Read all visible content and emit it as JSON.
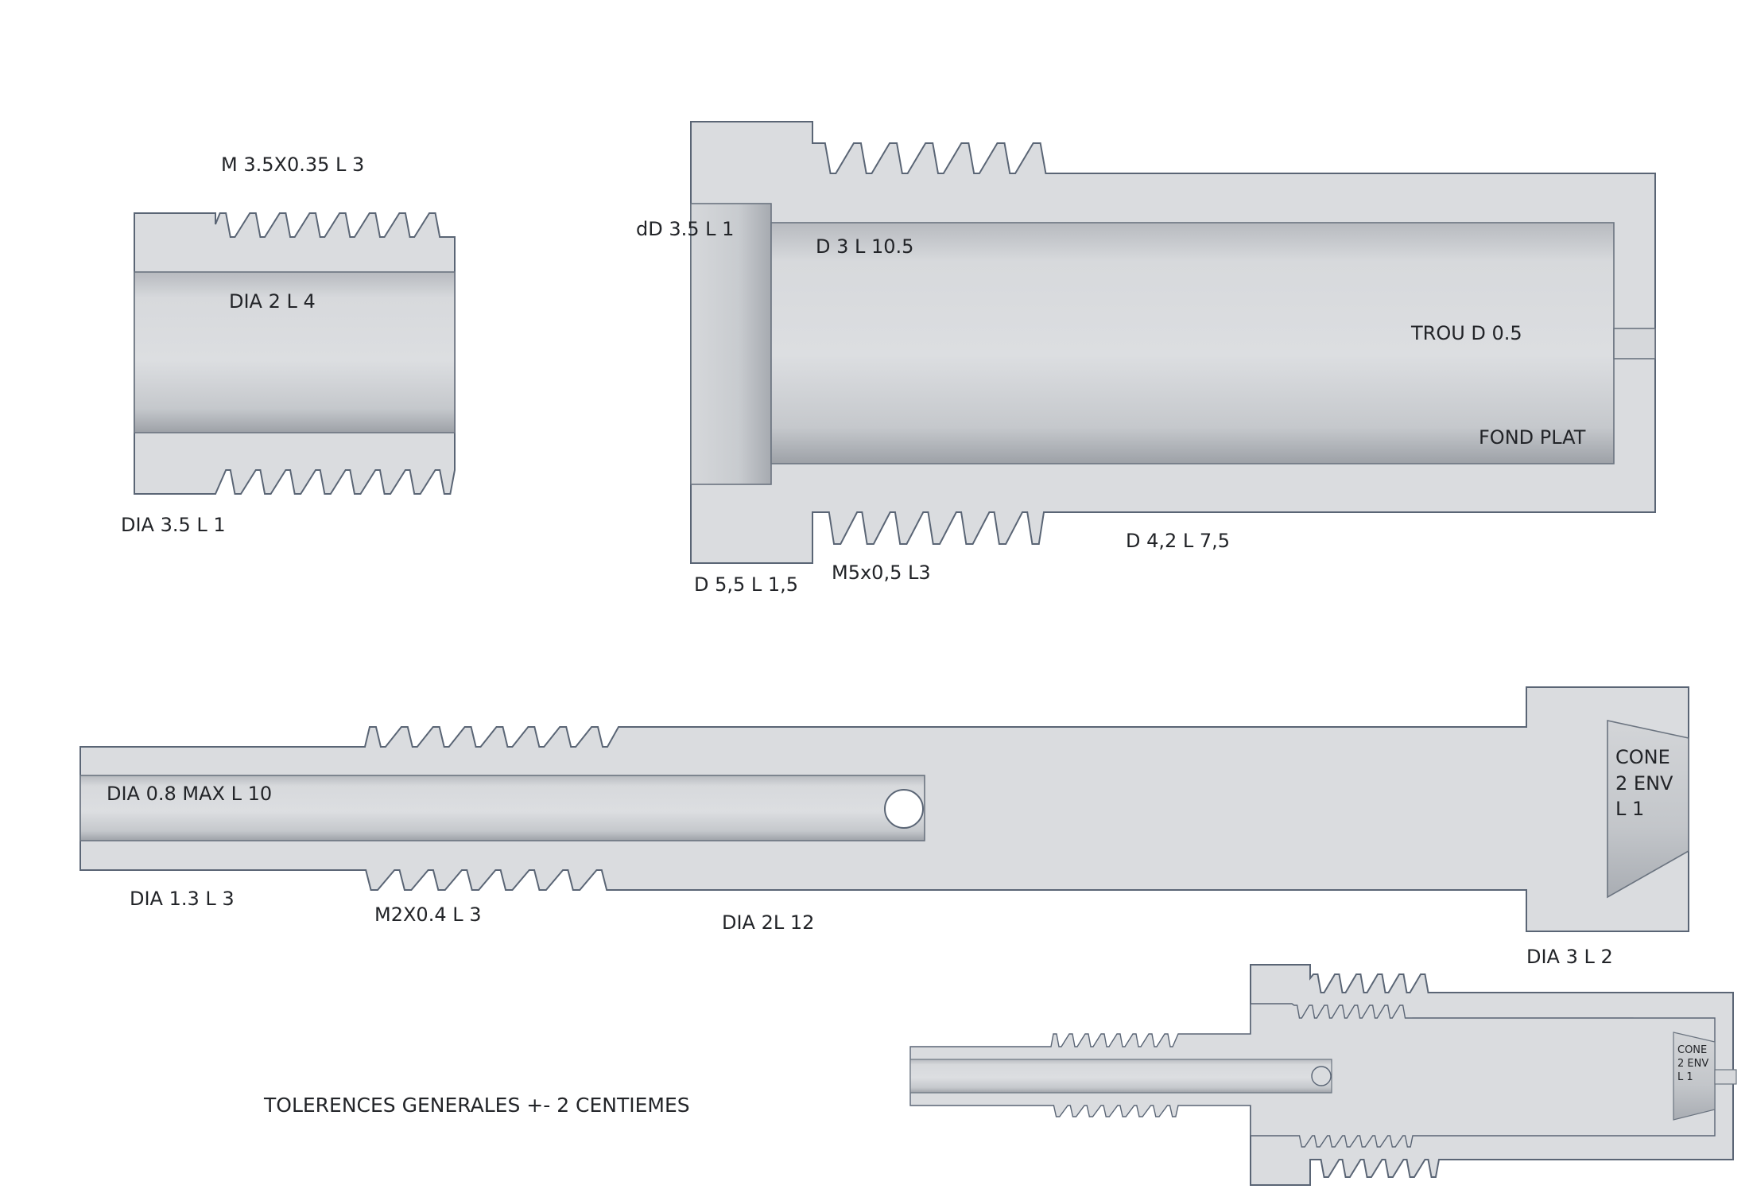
{
  "sleeve": {
    "label_thread": "M 3.5X0.35 L 3",
    "label_bore": "DIA 2 L 4",
    "label_outer": "DIA 3.5 L 1"
  },
  "body": {
    "label_counterbore": "dD 3.5 L 1",
    "label_bore": "D 3 L 10.5",
    "label_hole": "TROU D 0.5",
    "label_bottom": "FOND PLAT",
    "label_thread": "M5x0,5 L3",
    "label_head": "D 5,5 L 1,5",
    "label_outer": "D 4,2 L 7,5"
  },
  "pin": {
    "label_bore": "DIA 0.8 MAX L 10",
    "label_cone": [
      "CONE",
      "2 ENV",
      "L 1"
    ],
    "label_tip": "DIA 1.3 L 3",
    "label_thread": "M2X0.4 L 3",
    "label_shaft": "DIA 2L 12",
    "label_head": "DIA 3 L 2"
  },
  "assembly": {
    "label_cone": [
      "CONE",
      "2 ENV",
      "L 1"
    ]
  },
  "notes": {
    "tolerances": "TOLERENCES GENERALES +- 2 CENTIEMES"
  }
}
